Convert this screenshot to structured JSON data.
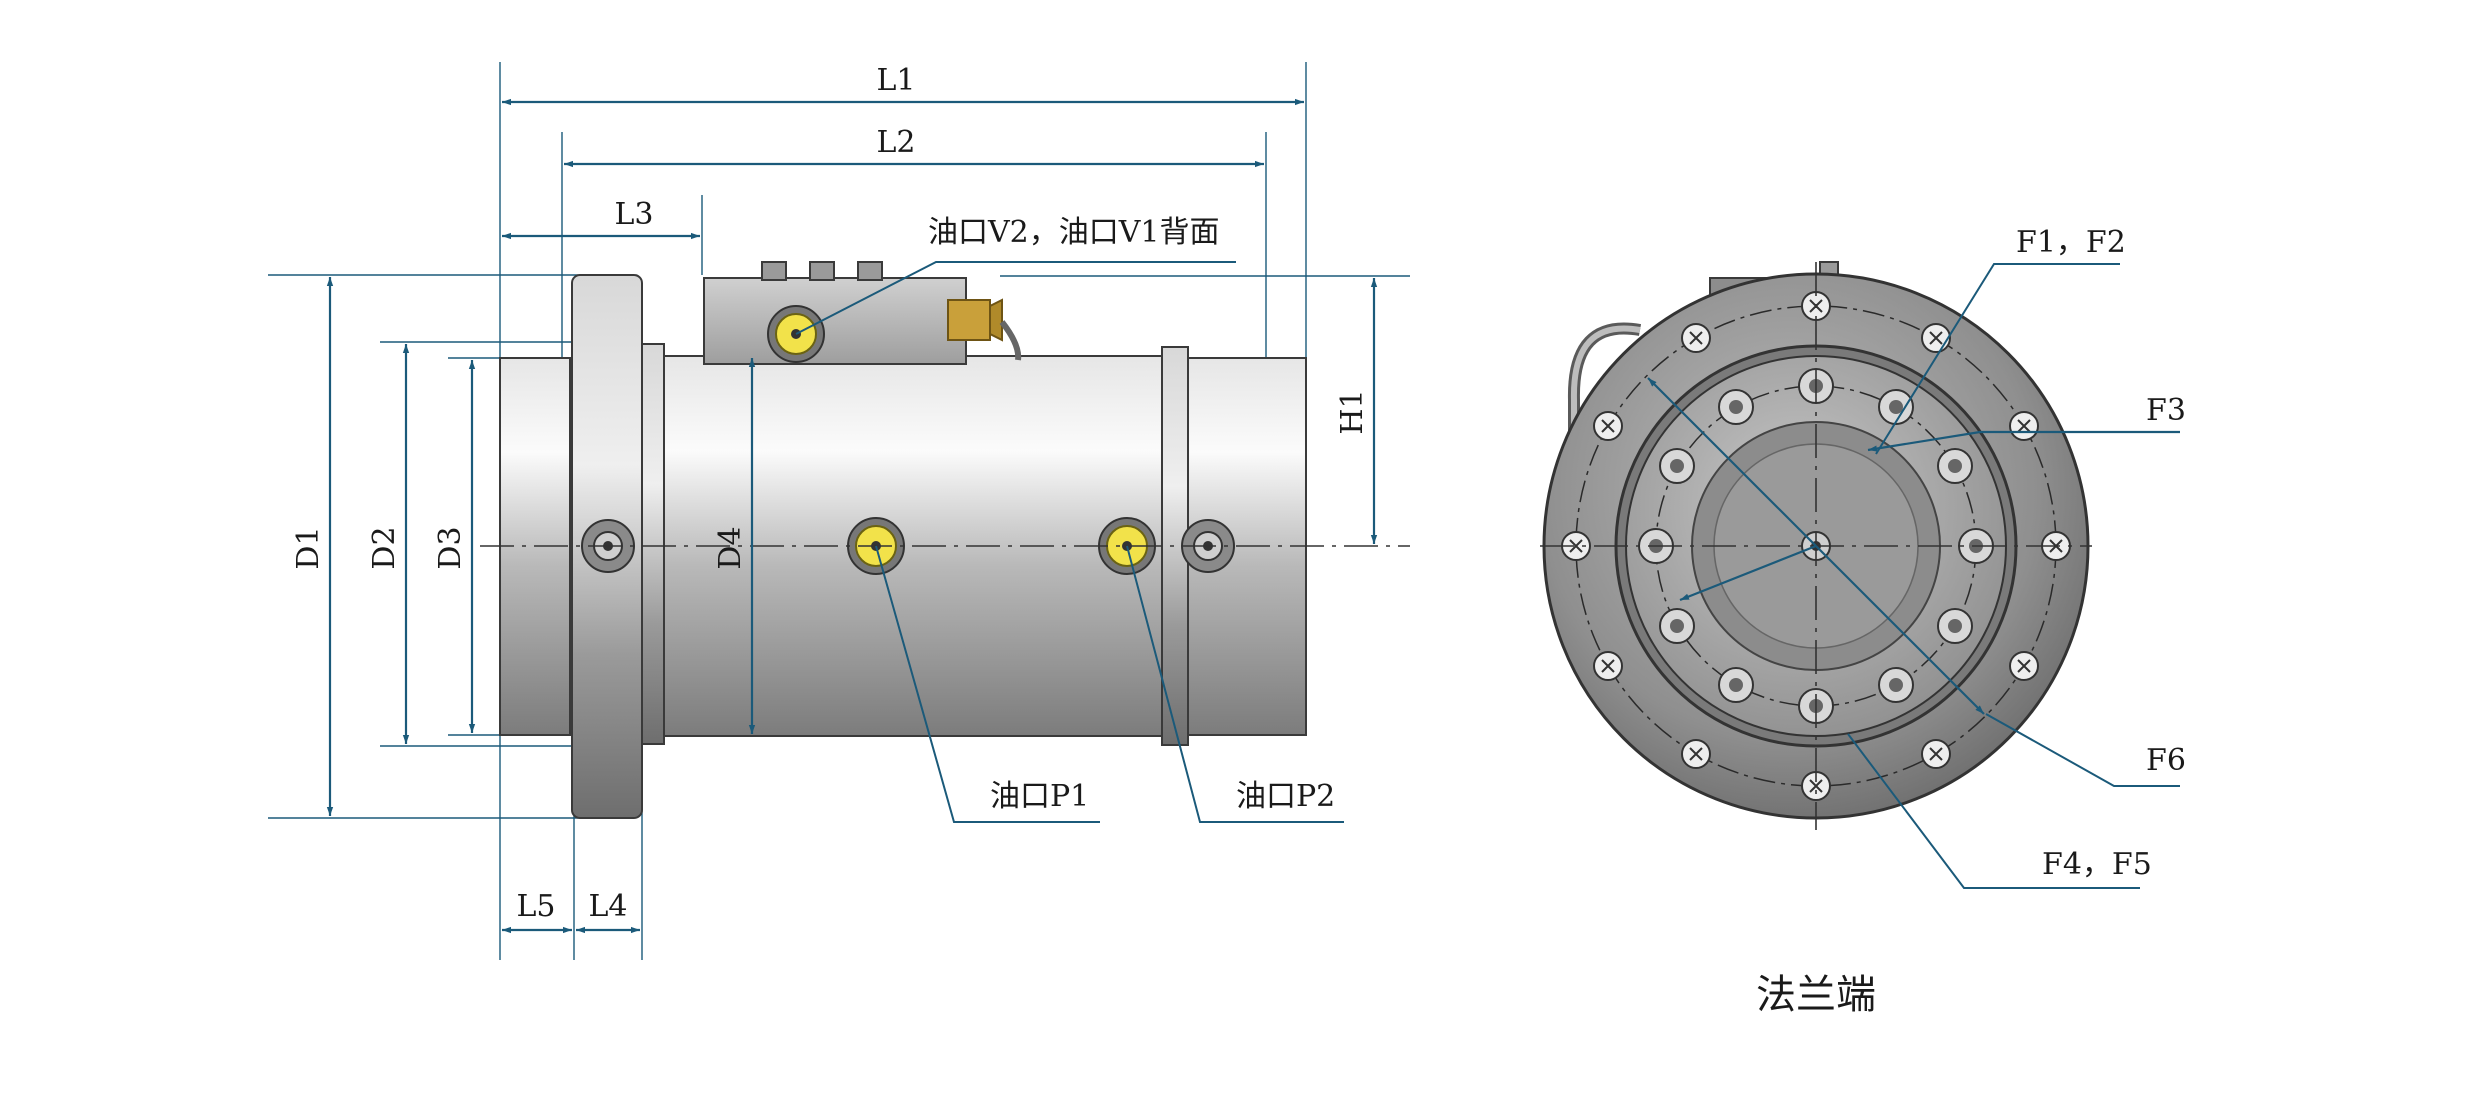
{
  "labels": {
    "l1": "L1",
    "l2": "L2",
    "l3": "L3",
    "l4": "L4",
    "l5": "L5",
    "d1": "D1",
    "d2": "D2",
    "d3": "D3",
    "d4": "D4",
    "h1": "H1",
    "port_v": "油口V2，油口V1背面",
    "port_p1": "油口P1",
    "port_p2": "油口P2",
    "f1f2": "F1，F2",
    "f3": "F3",
    "f4f5": "F4，F5",
    "f6": "F6"
  },
  "caption": "法兰端",
  "colors": {
    "dimension": "#1b5a7a",
    "port_plug": "#f2e24a",
    "body_metal": "#a8a8a8"
  }
}
